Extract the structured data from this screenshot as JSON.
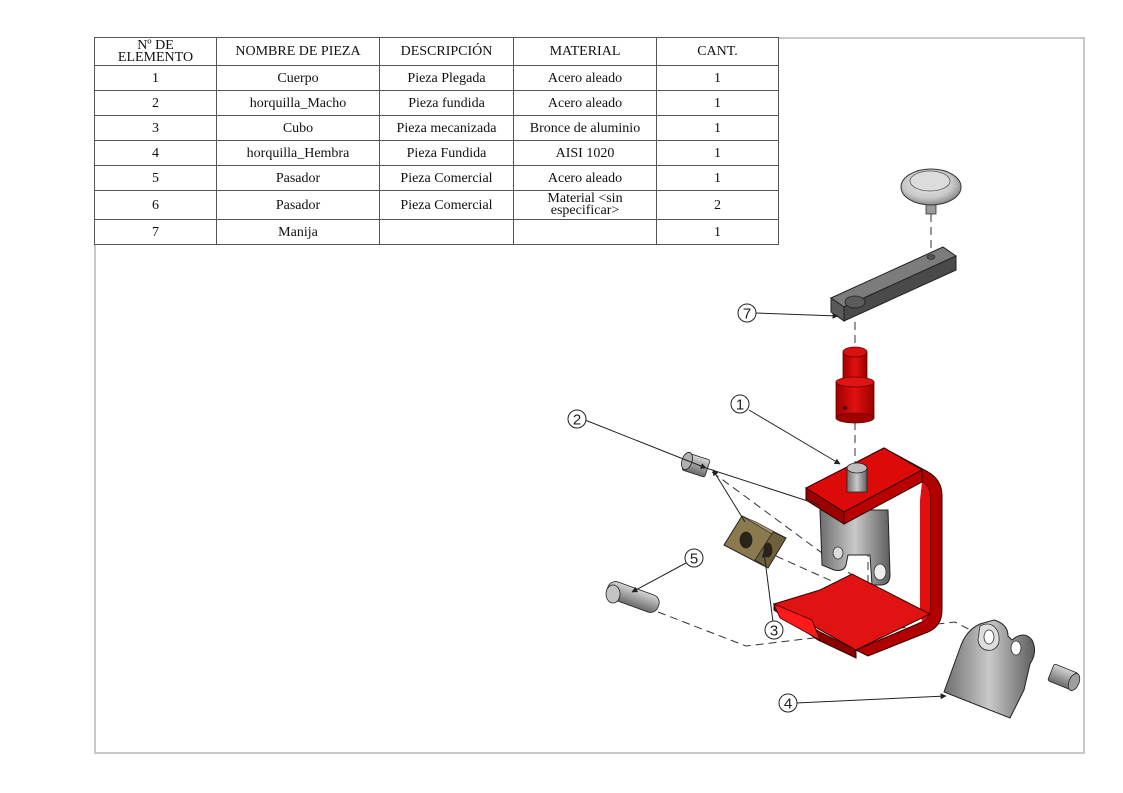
{
  "bom_table": {
    "headers": {
      "item_no": [
        "Nº DE",
        "ELEMENTO"
      ],
      "part_name": "NOMBRE DE PIEZA",
      "description": "DESCRIPCIÓN",
      "material": "MATERIAL",
      "qty": "CANT."
    },
    "rows": [
      {
        "item": "1",
        "name": "Cuerpo",
        "description": "Pieza Plegada",
        "material": "Acero aleado",
        "qty": "1"
      },
      {
        "item": "2",
        "name": "horquilla_Macho",
        "description": "Pieza fundida",
        "material": "Acero aleado",
        "qty": "1"
      },
      {
        "item": "3",
        "name": "Cubo",
        "description": "Pieza mecanizada",
        "material": "Bronce de aluminio",
        "qty": "1"
      },
      {
        "item": "4",
        "name": "horquilla_Hembra",
        "description": "Pieza Fundida",
        "material": "AISI 1020",
        "qty": "1"
      },
      {
        "item": "5",
        "name": "Pasador",
        "description": "Pieza Comercial",
        "material": "Acero aleado",
        "qty": "1"
      },
      {
        "item": "6",
        "name": "Pasador",
        "description": "Pieza Comercial",
        "material": [
          "Material <sin",
          "especificar>"
        ],
        "qty": "2"
      },
      {
        "item": "7",
        "name": "Manija",
        "description": "",
        "material": "",
        "qty": "1"
      }
    ]
  },
  "balloons": [
    "7",
    "1",
    "2",
    "5",
    "3",
    "4"
  ],
  "colors": {
    "body_red": "#d40000",
    "body_red_dark": "#8a0000",
    "steel_gray": "#8c8c8c",
    "bronze": "#8b7a4e",
    "sheet_border": "#c8c8c8"
  }
}
